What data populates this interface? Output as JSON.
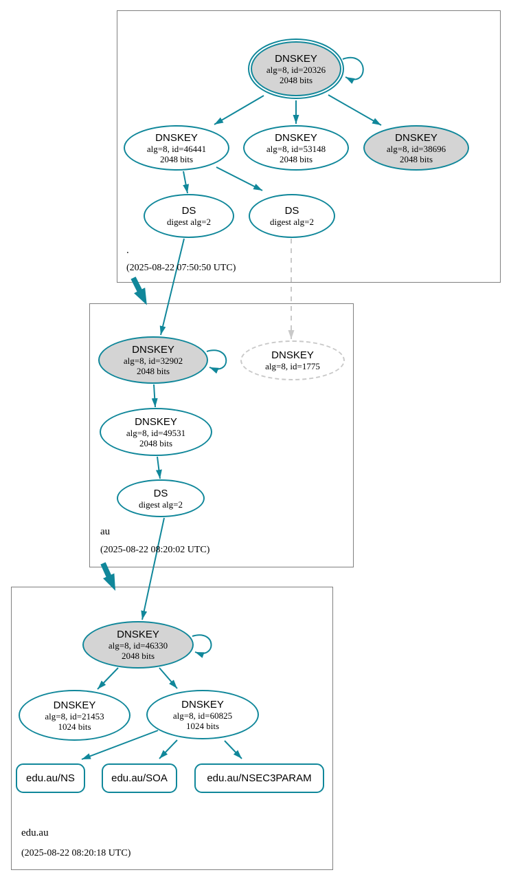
{
  "colors": {
    "teal": "#10879a",
    "node_fill_gray": "#d4d4d4",
    "dashed_gray": "#c9c9c9",
    "box_border": "#7f7f7f"
  },
  "zones": [
    {
      "label": ".",
      "timestamp": "(2025-08-22 07:50:50 UTC)",
      "nodes": {
        "ksk20326": {
          "title": "DNSKEY",
          "id_line": "alg=8, id=20326",
          "bits_line": "2048 bits"
        },
        "zsk46441": {
          "title": "DNSKEY",
          "id_line": "alg=8, id=46441",
          "bits_line": "2048 bits"
        },
        "zsk53148": {
          "title": "DNSKEY",
          "id_line": "alg=8, id=53148",
          "bits_line": "2048 bits"
        },
        "ksk38696": {
          "title": "DNSKEY",
          "id_line": "alg=8, id=38696",
          "bits_line": "2048 bits"
        },
        "ds_left": {
          "title": "DS",
          "digest_line": "digest alg=2"
        },
        "ds_right": {
          "title": "DS",
          "digest_line": "digest alg=2"
        }
      }
    },
    {
      "label": "au",
      "timestamp": "(2025-08-22 08:20:02 UTC)",
      "nodes": {
        "ksk32902": {
          "title": "DNSKEY",
          "id_line": "alg=8, id=32902",
          "bits_line": "2048 bits"
        },
        "dnskey1775": {
          "title": "DNSKEY",
          "id_line": "alg=8, id=1775"
        },
        "zsk49531": {
          "title": "DNSKEY",
          "id_line": "alg=8, id=49531",
          "bits_line": "2048 bits"
        },
        "ds": {
          "title": "DS",
          "digest_line": "digest alg=2"
        }
      }
    },
    {
      "label": "edu.au",
      "timestamp": "(2025-08-22 08:20:18 UTC)",
      "nodes": {
        "ksk46330": {
          "title": "DNSKEY",
          "id_line": "alg=8, id=46330",
          "bits_line": "2048 bits"
        },
        "zsk21453": {
          "title": "DNSKEY",
          "id_line": "alg=8, id=21453",
          "bits_line": "1024 bits"
        },
        "zsk60825": {
          "title": "DNSKEY",
          "id_line": "alg=8, id=60825",
          "bits_line": "1024 bits"
        },
        "rrset_ns": {
          "label": "edu.au/NS"
        },
        "rrset_soa": {
          "label": "edu.au/SOA"
        },
        "rrset_nsec3param": {
          "label": "edu.au/NSEC3PARAM"
        }
      }
    }
  ]
}
